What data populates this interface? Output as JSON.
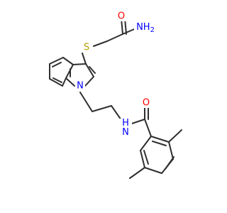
{
  "diagram": {
    "type": "chemical-structure",
    "colors": {
      "background": "#ffffff",
      "bond": "#2f2f2f",
      "carbon_text": "#2f2f2f",
      "oxygen": "#ff0000",
      "nitrogen": "#0000ff",
      "sulfur": "#b8a000"
    },
    "atoms": [
      {
        "id": "amide_O",
        "label": "O",
        "element": "O"
      },
      {
        "id": "amide_NH2",
        "label": "NH2",
        "element": "N"
      },
      {
        "id": "thioether_S",
        "label": "S",
        "element": "S"
      },
      {
        "id": "indole_N",
        "label": "N",
        "element": "N"
      },
      {
        "id": "amide_NH",
        "label": "H\nN",
        "element": "N"
      },
      {
        "id": "benzamide_O",
        "label": "O",
        "element": "O"
      }
    ]
  }
}
